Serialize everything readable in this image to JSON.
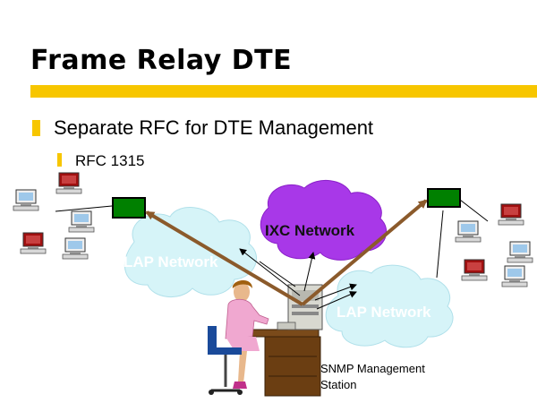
{
  "slide": {
    "title": "Frame Relay DTE",
    "bullet1": "Separate RFC for DTE Management",
    "bullet2": "RFC 1315"
  },
  "diagram": {
    "clouds": [
      {
        "label": "LAP Network",
        "color": "#d6f4f8"
      },
      {
        "label": "IXC Network",
        "color": "#a838e8"
      },
      {
        "label": "LAP Network",
        "color": "#d6f4f8"
      }
    ],
    "station_caption_line1": "SNMP Management",
    "station_caption_line2": "Station"
  },
  "colors": {
    "accent_bar": "#f7c600",
    "relay_box": "#008000",
    "arrow": "#8b5a2b",
    "terminal_red": "#a01010",
    "terminal_blue": "#9ec8ea"
  },
  "icons": [
    "desktop-terminal-icon",
    "frame-relay-box-icon",
    "person-at-desk-icon",
    "server-computer-icon"
  ]
}
